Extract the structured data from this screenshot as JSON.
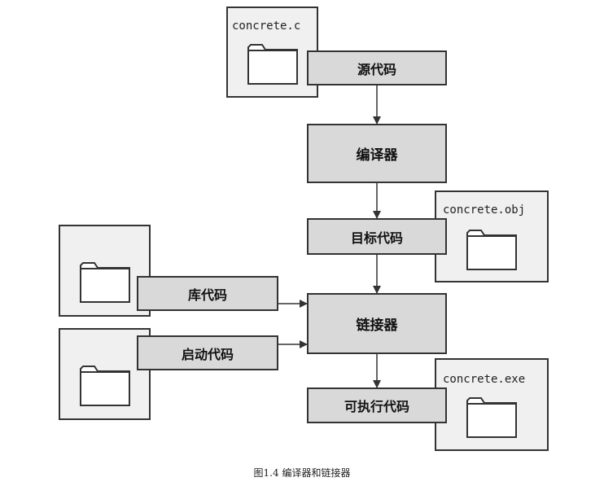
{
  "files": {
    "source": {
      "name": "concrete.c",
      "icon": "folder-icon"
    },
    "object": {
      "name": "concrete.obj",
      "icon": "folder-icon"
    },
    "library": {
      "icon": "folder-icon"
    },
    "startup": {
      "icon": "folder-icon"
    },
    "executable": {
      "name": "concrete.exe",
      "icon": "folder-icon"
    }
  },
  "boxes": {
    "source_code": "源代码",
    "compiler": "编译器",
    "object_code": "目标代码",
    "library_code": "库代码",
    "linker": "链接器",
    "startup_code": "启动代码",
    "executable_code": "可执行代码"
  },
  "caption": "图1.4 编译器和链接器",
  "colors": {
    "file_bg": "#f0f0f0",
    "box_bg": "#d9d9d9",
    "stroke": "#333333"
  }
}
